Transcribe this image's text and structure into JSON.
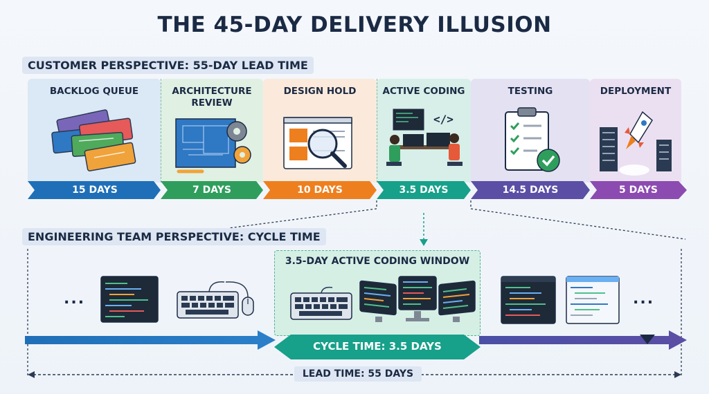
{
  "title": "THE 45-DAY DELIVERY ILLUSION",
  "customer_label": "CUSTOMER PERSPECTIVE: 55-DAY LEAD TIME",
  "stages": [
    {
      "name": "BACKLOG QUEUE",
      "duration": "15 DAYS",
      "icon": "tickets-icon",
      "color": "#1f6fb8",
      "bg": "#dbe8f5"
    },
    {
      "name": "ARCHITECTURE REVIEW",
      "duration": "7 DAYS",
      "icon": "blueprint-icon",
      "color": "#2f9e5d",
      "bg": "#e0f1e4"
    },
    {
      "name": "DESIGN HOLD",
      "duration": "10 DAYS",
      "icon": "magnifier-icon",
      "color": "#ee7f1f",
      "bg": "#fbeadb"
    },
    {
      "name": "ACTIVE CODING",
      "duration": "3.5 DAYS",
      "icon": "developers-icon",
      "color": "#17a08a",
      "bg": "#d7efe8"
    },
    {
      "name": "TESTING",
      "duration": "14.5 DAYS",
      "icon": "checklist-icon",
      "color": "#5a4fa5",
      "bg": "#e4e2f2"
    },
    {
      "name": "DEPLOYMENT",
      "duration": "5 DAYS",
      "icon": "rocket-icon",
      "color": "#8c4bb1",
      "bg": "#ebe0f1"
    }
  ],
  "engineering_label": "ENGINEERING TEAM PERSPECTIVE: CYCLE TIME",
  "window_title": "3.5-DAY ACTIVE CODING WINDOW",
  "ellipsis": "...",
  "cycle_time": "CYCLE TIME: 3.5 DAYS",
  "lead_time": "LEAD TIME: 55 DAYS"
}
